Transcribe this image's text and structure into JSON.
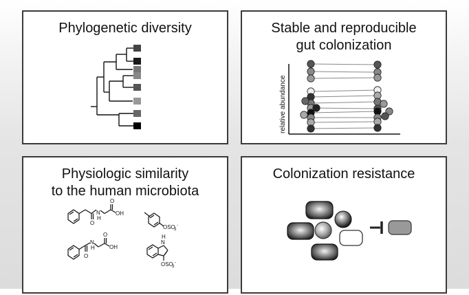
{
  "panels": {
    "phylogenetic": {
      "title": "Phylogenetic diversity",
      "leaf_colors": [
        "#444444",
        "#1a1a1a",
        "#777777",
        "#888888",
        "#555555",
        "#999999",
        "#666666",
        "#000000"
      ]
    },
    "colonization": {
      "title_line1": "Stable and reproducible",
      "title_line2": "gut colonization",
      "ylabel": "relative abundance"
    },
    "physiologic": {
      "title_line1": "Physiologic similarity",
      "title_line2": "to the human microbiota",
      "labels": {
        "nh": "N",
        "h": "H",
        "o": "O",
        "oh": "OH",
        "so3": "OSO",
        "so3_sub": "3",
        "so3_charge": "-"
      }
    },
    "resistance": {
      "title": "Colonization resistance"
    }
  },
  "colors": {
    "border": "#3a3a3a",
    "background_top": "#ffffff",
    "background_bottom": "#dcdcdc"
  }
}
